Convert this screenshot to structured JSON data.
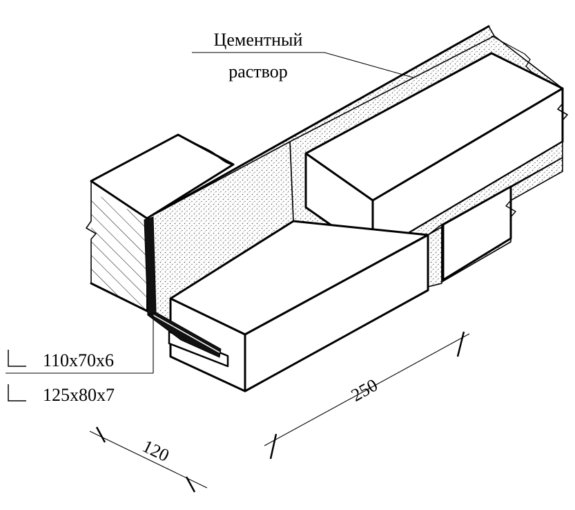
{
  "labels": {
    "mortar_line1": "Цементный",
    "mortar_line2": "раствор",
    "angle_a": "110x70x6",
    "angle_b": "125x80x7"
  },
  "dimensions": {
    "width_dim": "120",
    "length_dim": "250"
  }
}
